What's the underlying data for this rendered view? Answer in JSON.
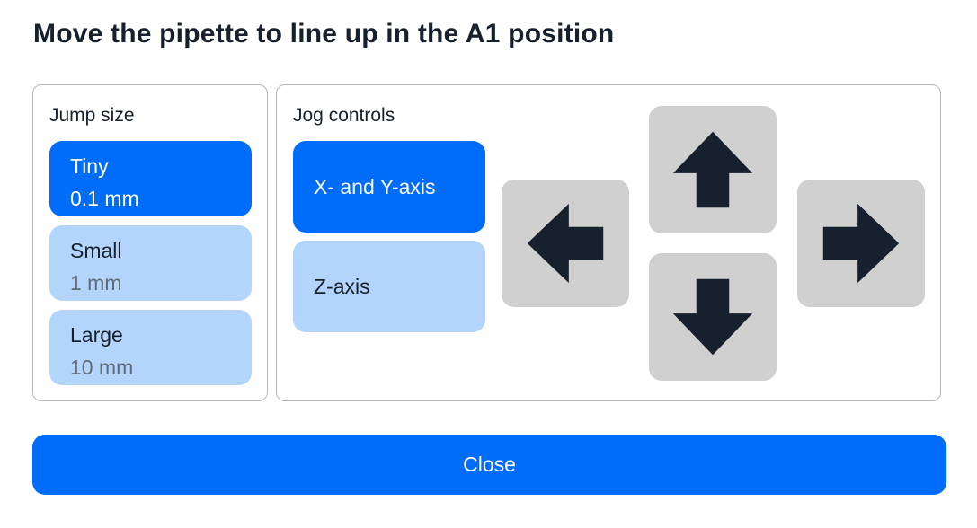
{
  "title": "Move the pipette to line up in the A1 position",
  "jump_size": {
    "heading": "Jump size",
    "options": [
      {
        "name": "Tiny",
        "value": "0.1 mm",
        "selected": true
      },
      {
        "name": "Small",
        "value": "1 mm",
        "selected": false
      },
      {
        "name": "Large",
        "value": "10 mm",
        "selected": false
      }
    ]
  },
  "jog_controls": {
    "heading": "Jog controls",
    "axes": [
      {
        "label": "X- and Y-axis",
        "selected": true
      },
      {
        "label": "Z-axis",
        "selected": false
      }
    ],
    "arrows": [
      "arrow-up-icon",
      "arrow-left-icon",
      "arrow-right-icon",
      "arrow-down-icon"
    ]
  },
  "close_label": "Close",
  "colors": {
    "primary": "#006cfa",
    "secondary": "#b3d4fb",
    "jog_button": "#d0d0d0",
    "arrow": "#16212d"
  }
}
